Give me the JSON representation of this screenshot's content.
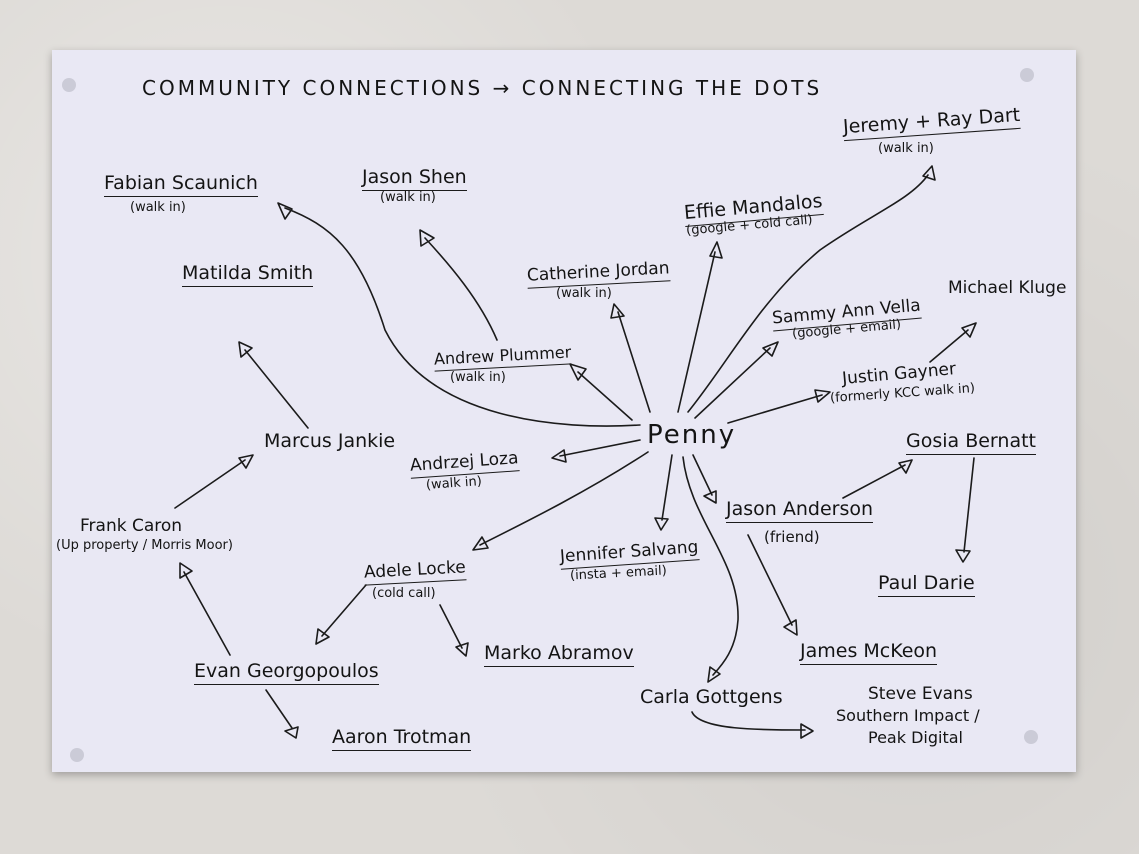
{
  "title": "COMMUNITY CONNECTIONS → CONNECTING THE DOTS",
  "center": "Penny",
  "contacts": {
    "fabian": {
      "name": "Fabian Scaunich",
      "note": "(walk in)"
    },
    "jason_shen": {
      "name": "Jason Shen",
      "note": "(walk in)"
    },
    "matilda": {
      "name": "Matilda Smith"
    },
    "jeremy_ray": {
      "name": "Jeremy + Ray Dart",
      "note": "(walk in)"
    },
    "effie": {
      "name": "Effie Mandalos",
      "note": "(google + cold call)"
    },
    "catherine": {
      "name": "Catherine Jordan",
      "note": "(walk in)"
    },
    "sammy": {
      "name": "Sammy Ann Vella",
      "note": "(google + email)"
    },
    "michael": {
      "name": "Michael Kluge"
    },
    "andrew": {
      "name": "Andrew Plummer",
      "note": "(walk in)"
    },
    "justin": {
      "name": "Justin Gayner",
      "note": "(formerly KCC walk in)"
    },
    "marcus": {
      "name": "Marcus Jankie"
    },
    "andrzej": {
      "name": "Andrzej Loza",
      "note": "(walk in)"
    },
    "gosia": {
      "name": "Gosia Bernatt"
    },
    "frank": {
      "name": "Frank Caron",
      "note": "(Up property / Morris Moor)"
    },
    "jason_anderson": {
      "name": "Jason Anderson",
      "note": "(friend)"
    },
    "adele": {
      "name": "Adele Locke",
      "note": "(cold call)"
    },
    "jennifer": {
      "name": "Jennifer Salvang",
      "note": "(insta + email)"
    },
    "paul": {
      "name": "Paul Darie"
    },
    "marko": {
      "name": "Marko Abramov"
    },
    "james": {
      "name": "James McKeon"
    },
    "evan": {
      "name": "Evan Georgopoulos"
    },
    "carla": {
      "name": "Carla Gottgens"
    },
    "steve": {
      "name": "Steve Evans",
      "line2": "Southern Impact /",
      "line3": "Peak Digital"
    },
    "aaron": {
      "name": "Aaron Trotman"
    }
  }
}
